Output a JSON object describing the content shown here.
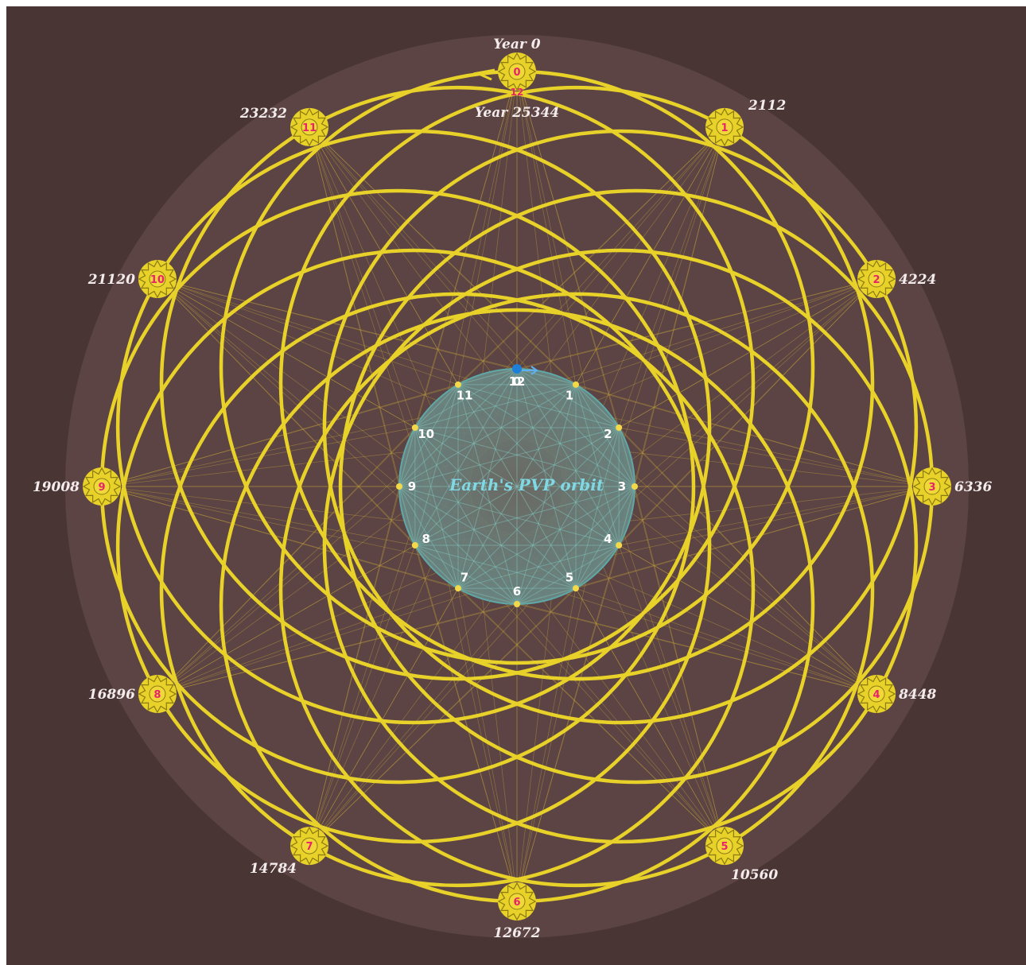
{
  "diagram": {
    "center_title": "Earth's PVP orbit",
    "top_label": "Year 0",
    "top_end_label": "Year 25344",
    "top_end_badge": "12",
    "outer_stations": [
      {
        "badge": "0",
        "label": ""
      },
      {
        "badge": "1",
        "label": "2112"
      },
      {
        "badge": "2",
        "label": "4224"
      },
      {
        "badge": "3",
        "label": "6336"
      },
      {
        "badge": "4",
        "label": "8448"
      },
      {
        "badge": "5",
        "label": "10560"
      },
      {
        "badge": "6",
        "label": "12672"
      },
      {
        "badge": "7",
        "label": "14784"
      },
      {
        "badge": "8",
        "label": "16896"
      },
      {
        "badge": "9",
        "label": "19008"
      },
      {
        "badge": "10",
        "label": "21120"
      },
      {
        "badge": "11",
        "label": "23232"
      }
    ],
    "inner_points": [
      "12",
      "1",
      "2",
      "3",
      "4",
      "5",
      "6",
      "7",
      "8",
      "9",
      "10",
      "11"
    ],
    "inner_start_label": "0",
    "colors": {
      "background": "#4a3535",
      "halo": "#5c4444",
      "orbit_gold": "#e8d22a",
      "badge_text": "#e8236a",
      "inner_circle": "#5fa8a8",
      "earth_marker": "#1e7fd8"
    }
  }
}
